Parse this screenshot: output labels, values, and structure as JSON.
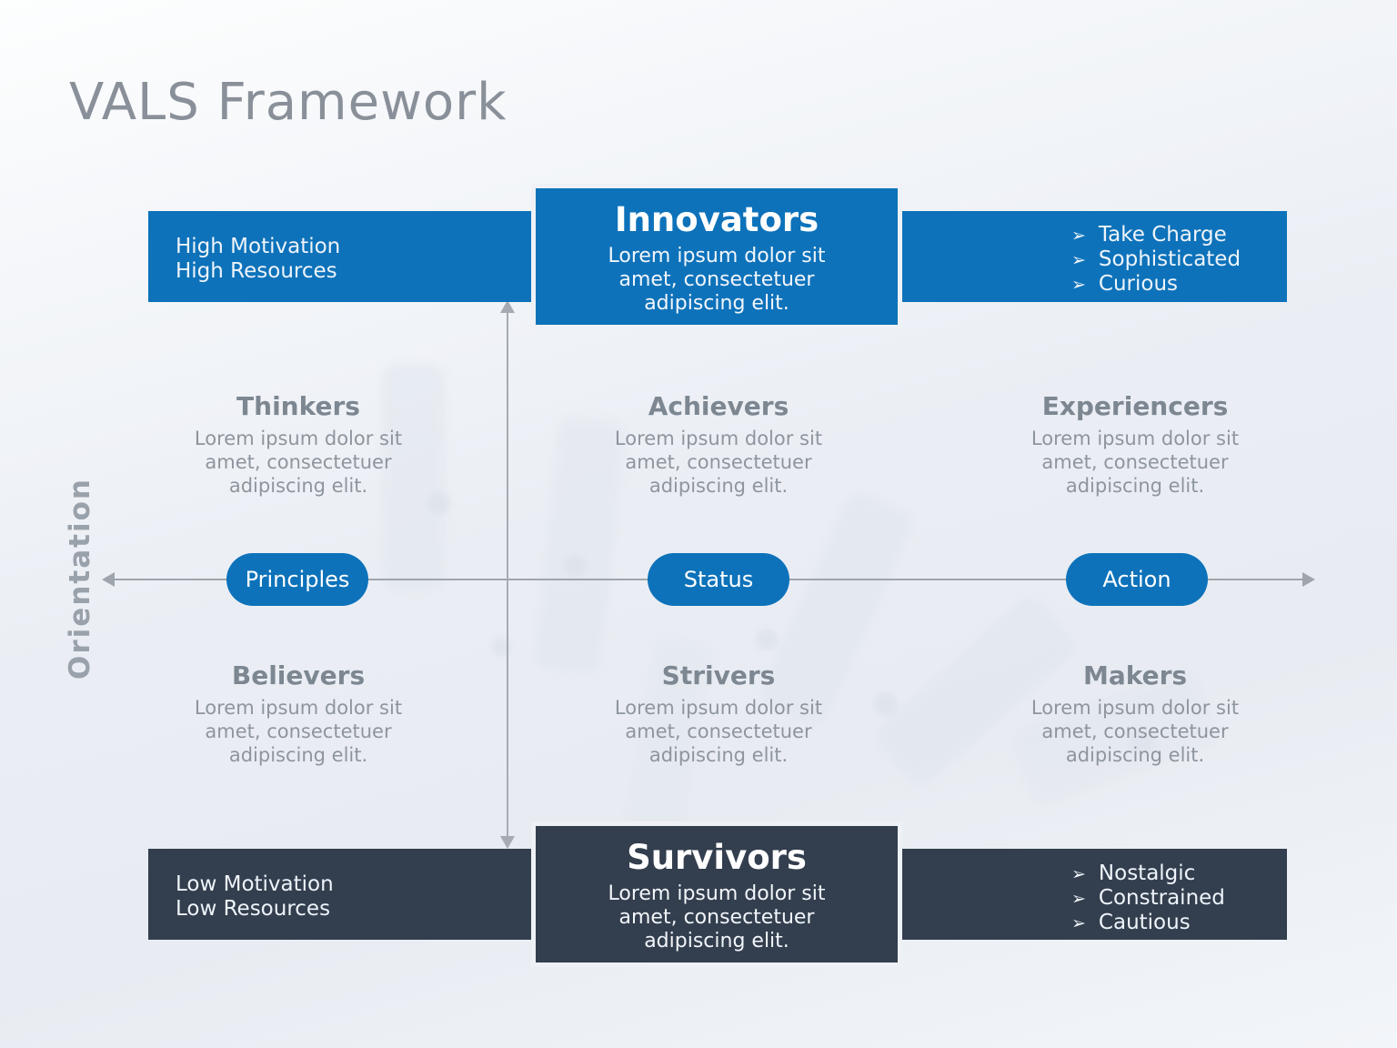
{
  "slide": {
    "title": "VALS Framework"
  },
  "colors": {
    "accent_blue": "#0d72ba",
    "dark_navy": "#333e4e",
    "axis_gray": "#9fa5ad",
    "heading_gray": "#7d8791",
    "body_gray": "#8e959e",
    "background": "#edf0f5"
  },
  "icons": {
    "bullet_marker": "➢"
  },
  "axis": {
    "vertical_label": "Orientation",
    "pills": [
      "Principles",
      "Status",
      "Action"
    ]
  },
  "top_band": {
    "label_line1": "High Motivation",
    "label_line2": "High Resources",
    "center_box": {
      "title": "Innovators",
      "body": "Lorem ipsum dolor sit amet, consectetuer adipiscing elit."
    },
    "bullets": [
      "Take Charge",
      "Sophisticated",
      "Curious"
    ]
  },
  "bottom_band": {
    "label_line1": "Low Motivation",
    "label_line2": "Low Resources",
    "center_box": {
      "title": "Survivors",
      "body": "Lorem ipsum dolor sit amet, consectetuer adipiscing elit."
    },
    "bullets": [
      "Nostalgic",
      "Constrained",
      "Cautious"
    ]
  },
  "quadrants": {
    "top": [
      {
        "title": "Thinkers",
        "body": "Lorem ipsum dolor sit amet, consectetuer adipiscing elit."
      },
      {
        "title": "Achievers",
        "body": "Lorem ipsum dolor sit amet, consectetuer adipiscing elit."
      },
      {
        "title": "Experiencers",
        "body": "Lorem ipsum dolor sit amet, consectetuer adipiscing elit."
      }
    ],
    "bottom": [
      {
        "title": "Believers",
        "body": "Lorem ipsum dolor sit amet, consectetuer adipiscing elit."
      },
      {
        "title": "Strivers",
        "body": "Lorem ipsum dolor sit amet, consectetuer adipiscing elit."
      },
      {
        "title": "Makers",
        "body": "Lorem ipsum dolor sit amet, consectetuer adipiscing elit."
      }
    ]
  }
}
